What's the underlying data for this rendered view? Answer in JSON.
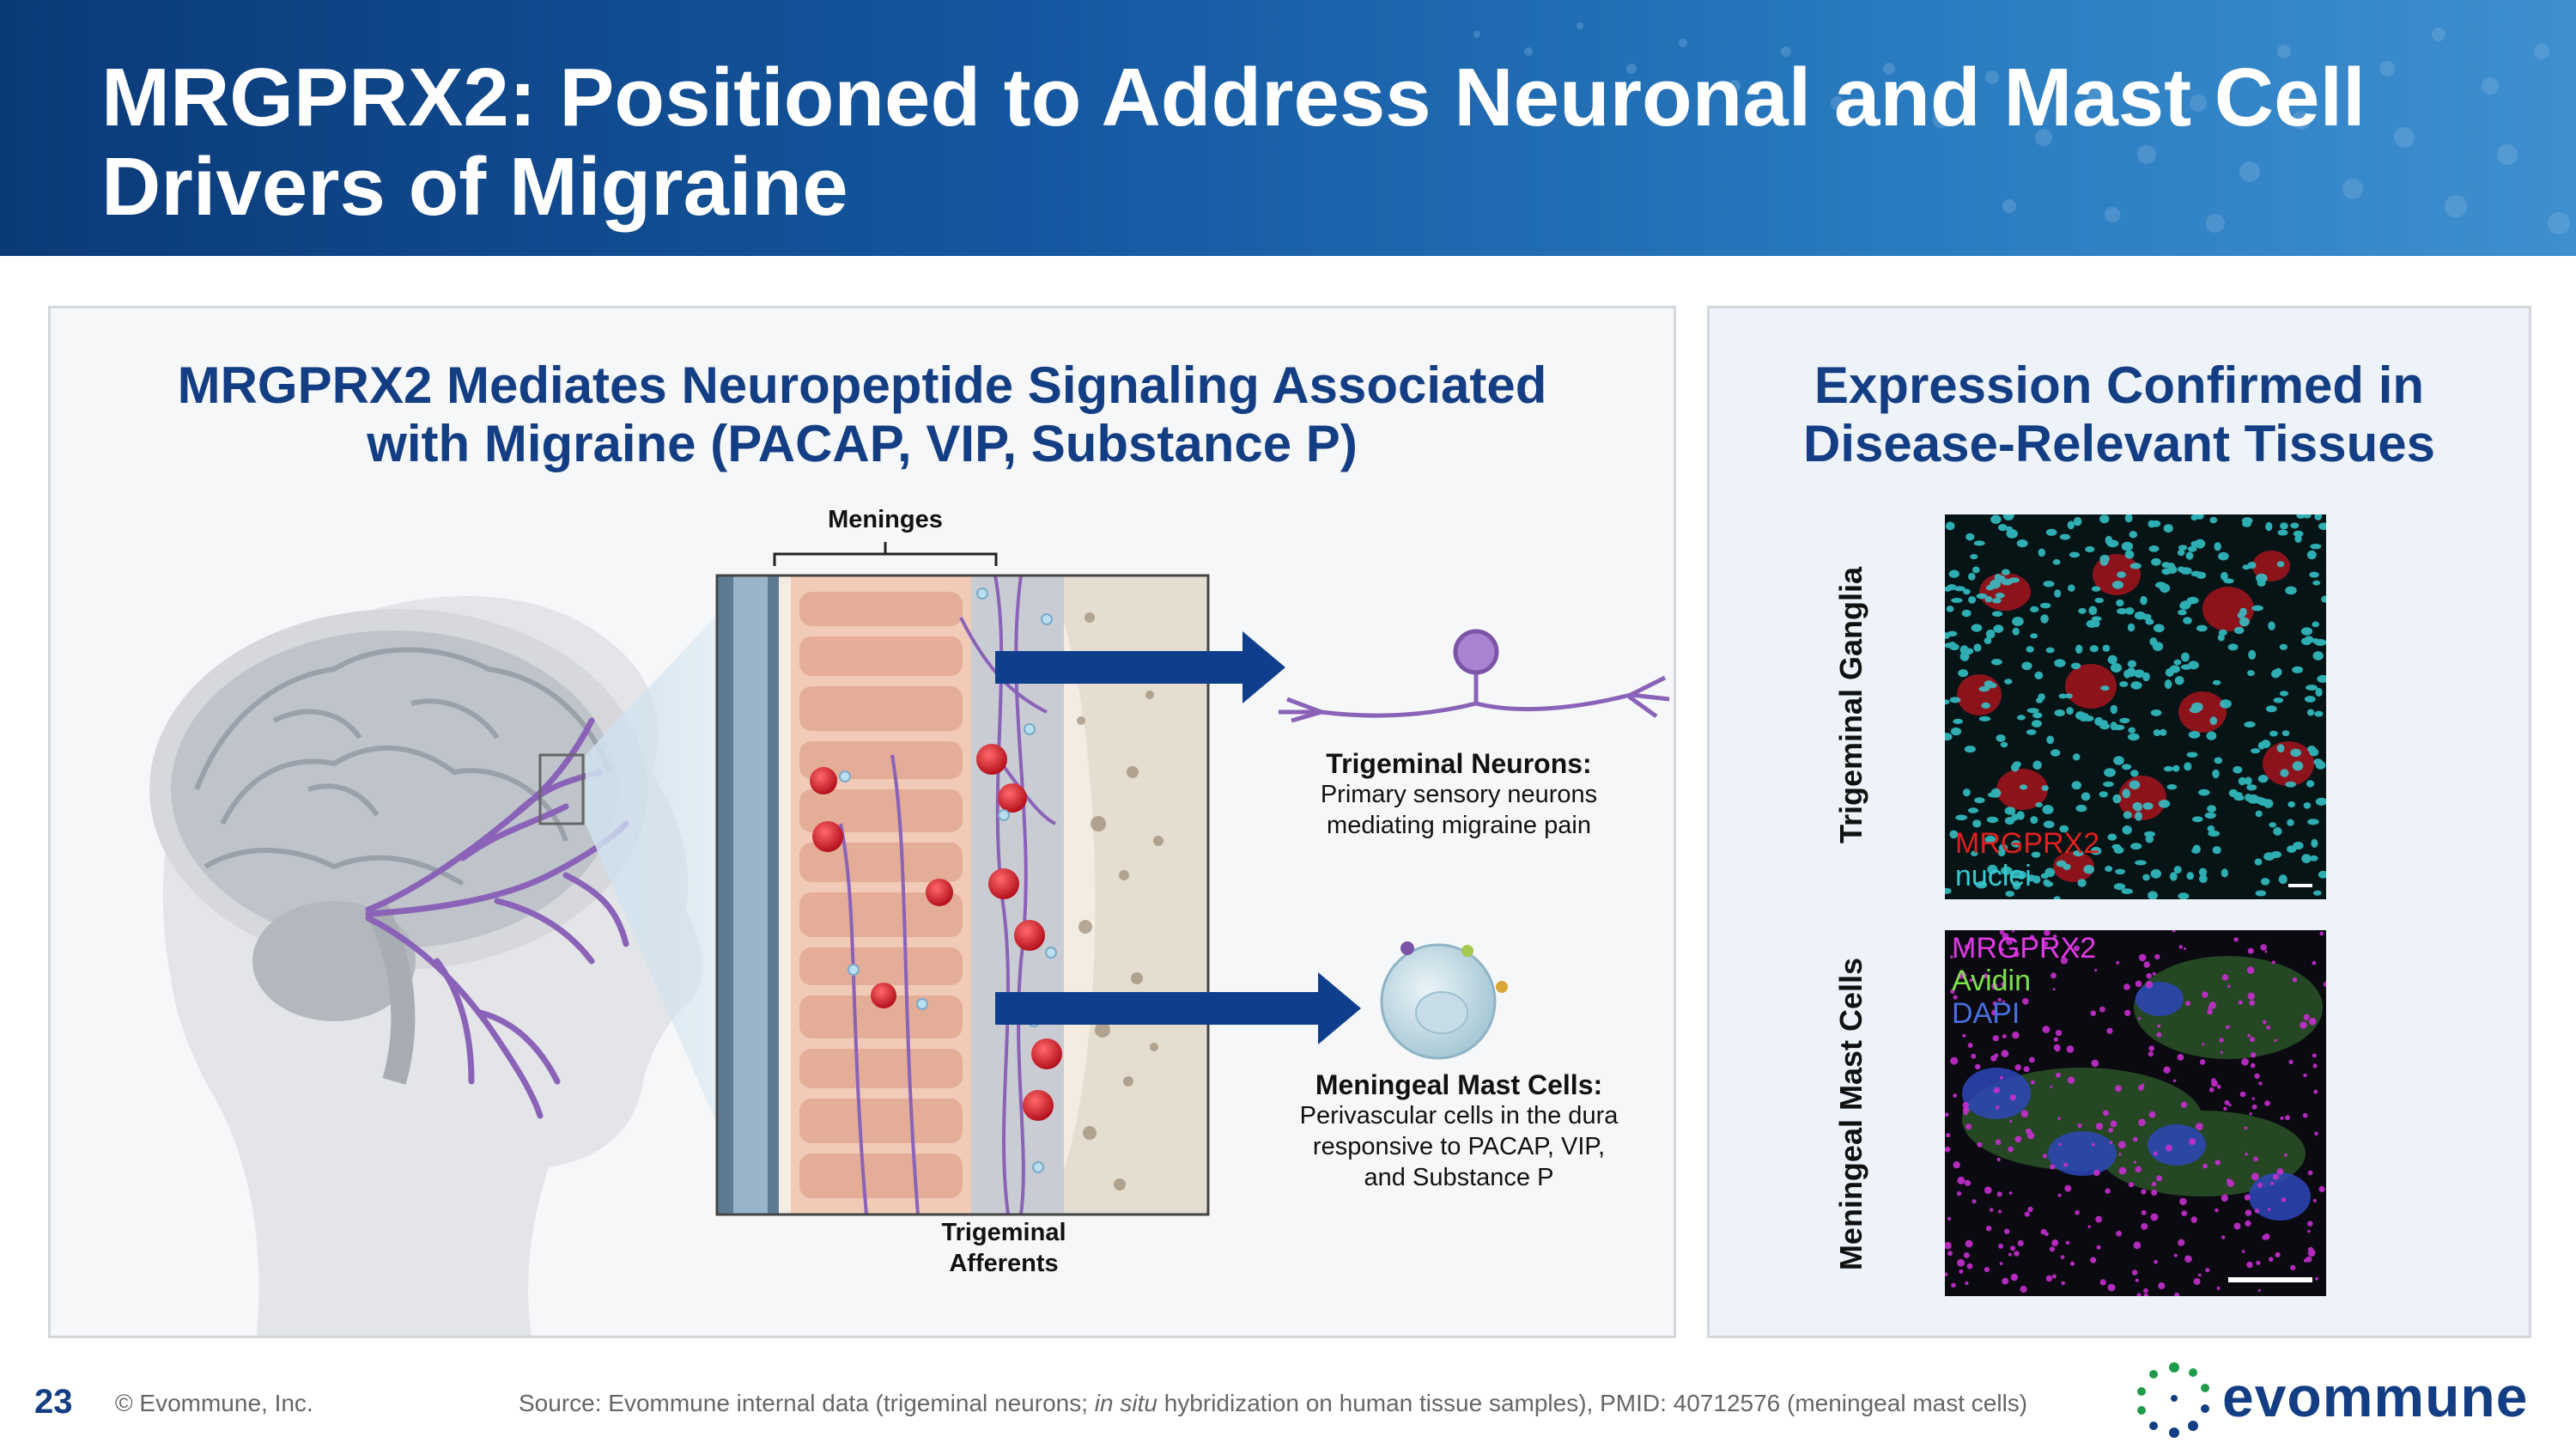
{
  "slide": {
    "title": "MRGPRX2: Positioned to Address Neuronal and Mast Cell Drivers of Migraine",
    "page_number": "23",
    "copyright": "© Evommune, Inc.",
    "source_prefix": "Source: Evommune internal data (trigeminal neurons; ",
    "source_italic": "in situ",
    "source_suffix": " hybridization on human tissue samples), PMID: 40712576 (meningeal mast cells)",
    "logo_text": "evommune"
  },
  "left_panel": {
    "heading_line1": "MRGPRX2 Mediates Neuropeptide Signaling Associated",
    "heading_line2": "with Migraine (PACAP, VIP, Substance P)",
    "meninges_label": "Meninges",
    "afferents_label_line1": "Trigeminal",
    "afferents_label_line2": "Afferents",
    "neurons": {
      "title": "Trigeminal Neurons:",
      "line1": "Primary sensory neurons",
      "line2": "mediating migraine pain"
    },
    "mast_cells": {
      "title": "Meningeal Mast Cells:",
      "line1": "Perivascular cells in the dura",
      "line2": "responsive to PACAP, VIP,",
      "line3": "and Substance P"
    }
  },
  "right_panel": {
    "heading_line1": "Expression Confirmed in",
    "heading_line2": "Disease-Relevant Tissues",
    "image1": {
      "side_label": "Trigeminal Ganglia",
      "legend": [
        "MRGPRX2",
        "nuclei"
      ],
      "legend_colors": [
        "#e0201e",
        "#36c9cf"
      ]
    },
    "image2": {
      "side_label": "Meningeal Mast Cells",
      "legend": [
        "MRGPRX2",
        "Avidin",
        "DAPI"
      ],
      "legend_colors": [
        "#e03ae6",
        "#7de24a",
        "#4a6ee0"
      ]
    }
  },
  "colors": {
    "brand_blue": "#143e84",
    "nerve_purple": "#8a62b8",
    "arrow_blue": "#0f3f8c"
  }
}
